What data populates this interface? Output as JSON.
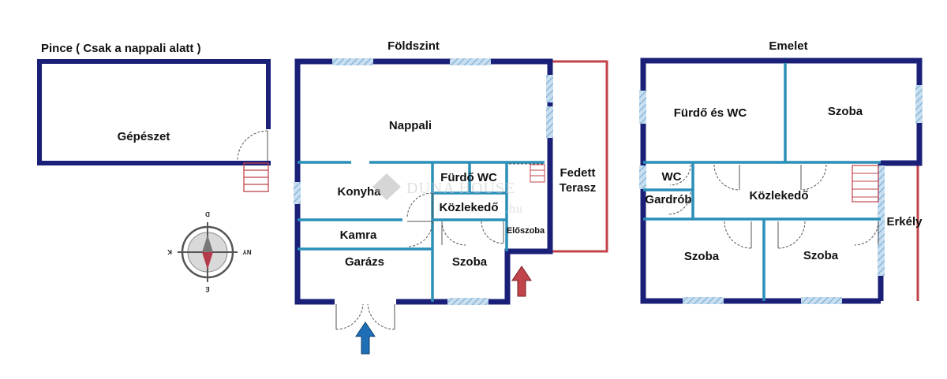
{
  "titles": {
    "basement": "Pince ( Csak a nappali alatt )",
    "ground": "Földszint",
    "upper": "Emelet"
  },
  "rooms": {
    "basement": [
      "Gépészet"
    ],
    "ground": [
      "Nappali",
      "Konyha",
      "Fürdő WC",
      "Közlekedő",
      "Kamra",
      "Garázs",
      "Szoba",
      "Előszoba",
      "Fedett",
      "Terasz"
    ],
    "upper": [
      "Fürdő és WC",
      "Szoba",
      "WC",
      "Gardrób",
      "Közlekedő",
      "Szoba",
      "Szoba",
      "Erkély"
    ]
  },
  "watermark": {
    "brand": "DUNA HOUSE",
    "domain": ".hu"
  },
  "compass": {
    "north": "É",
    "south": "D",
    "east": "K",
    "west": "NY"
  },
  "colors": {
    "wall": "#1a1f78",
    "partition": "#2b8fb8",
    "window": "#9fc4de",
    "terrace": "#c0444a",
    "door": "#555555",
    "entry_arrow_main": "#1f6fb6",
    "entry_arrow_secondary": "#c0444a"
  }
}
